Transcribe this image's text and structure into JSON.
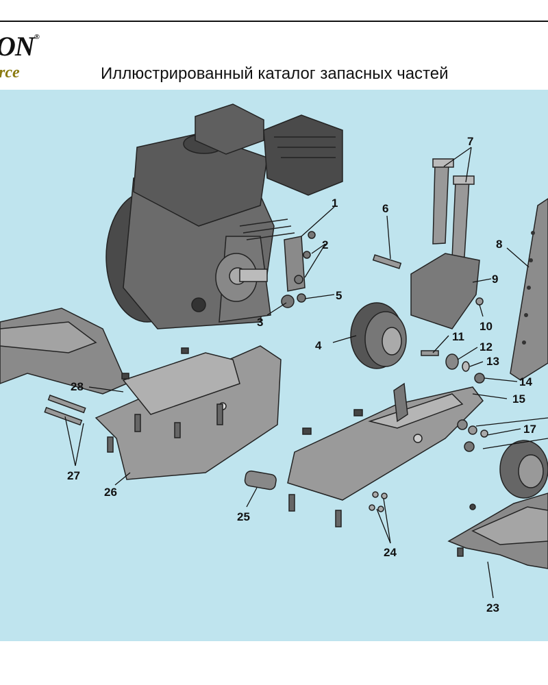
{
  "header": {
    "logo_top": "ON",
    "logo_reg": "®",
    "logo_bottom": "rce",
    "title": "Иллюстрированный каталог запасных частей"
  },
  "diagram": {
    "labels": [
      "1",
      "2",
      "3",
      "4",
      "5",
      "6",
      "7",
      "8",
      "9",
      "10",
      "11",
      "12",
      "13",
      "14",
      "15",
      "17",
      "23",
      "24",
      "25",
      "26",
      "27",
      "28"
    ]
  },
  "colors": {
    "background": "#bfe4ee",
    "part_fill": "#9a9a9a",
    "part_dark": "#555555",
    "logo_accent": "#8a7a10"
  }
}
